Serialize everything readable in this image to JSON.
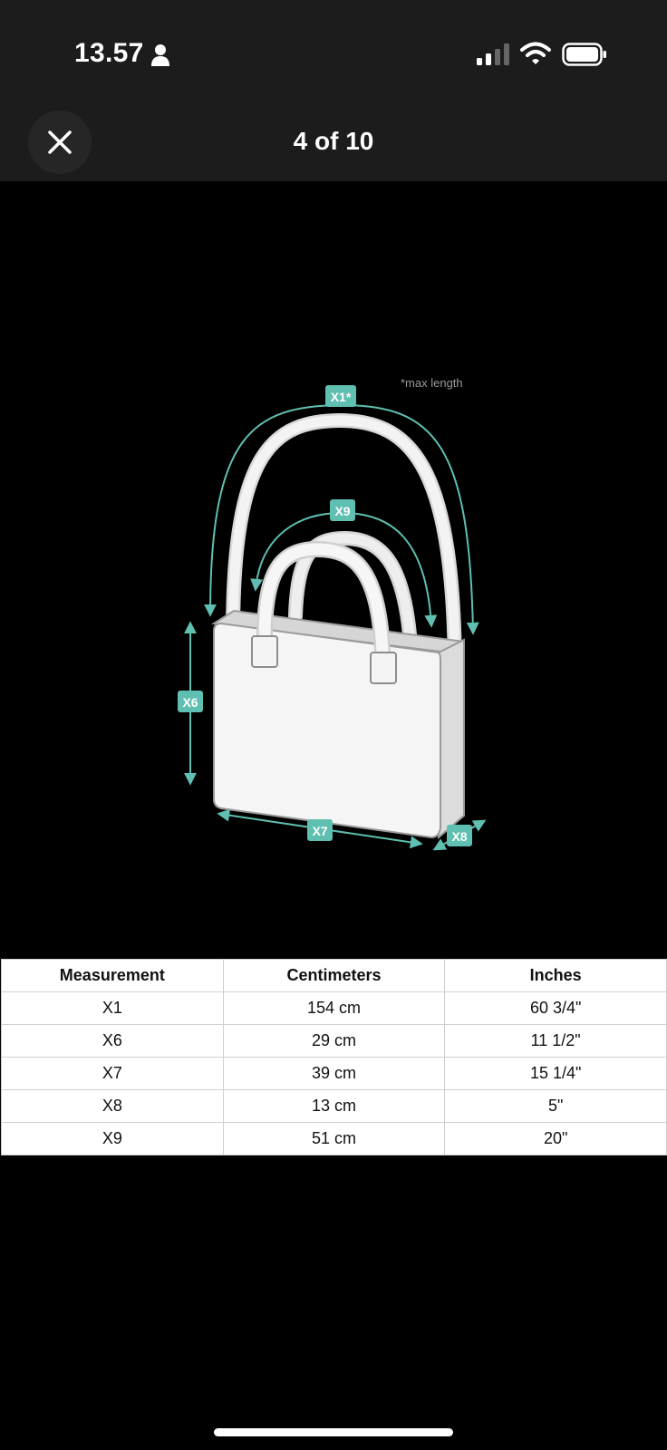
{
  "status": {
    "time": "13.57"
  },
  "header": {
    "page_counter": "4 of 10"
  },
  "diagram": {
    "note": "*max length",
    "labels": {
      "x1": "X1*",
      "x9": "X9",
      "x6": "X6",
      "x7": "X7",
      "x8": "X8"
    },
    "accent_color": "#5fbfb0"
  },
  "table": {
    "headers": [
      "Measurement",
      "Centimeters",
      "Inches"
    ],
    "rows": [
      [
        "X1",
        "154 cm",
        "60 3/4\""
      ],
      [
        "X6",
        "29 cm",
        "11 1/2\""
      ],
      [
        "X7",
        "39 cm",
        "15 1/4\""
      ],
      [
        "X8",
        "13 cm",
        "5\""
      ],
      [
        "X9",
        "51 cm",
        "20\""
      ]
    ]
  }
}
